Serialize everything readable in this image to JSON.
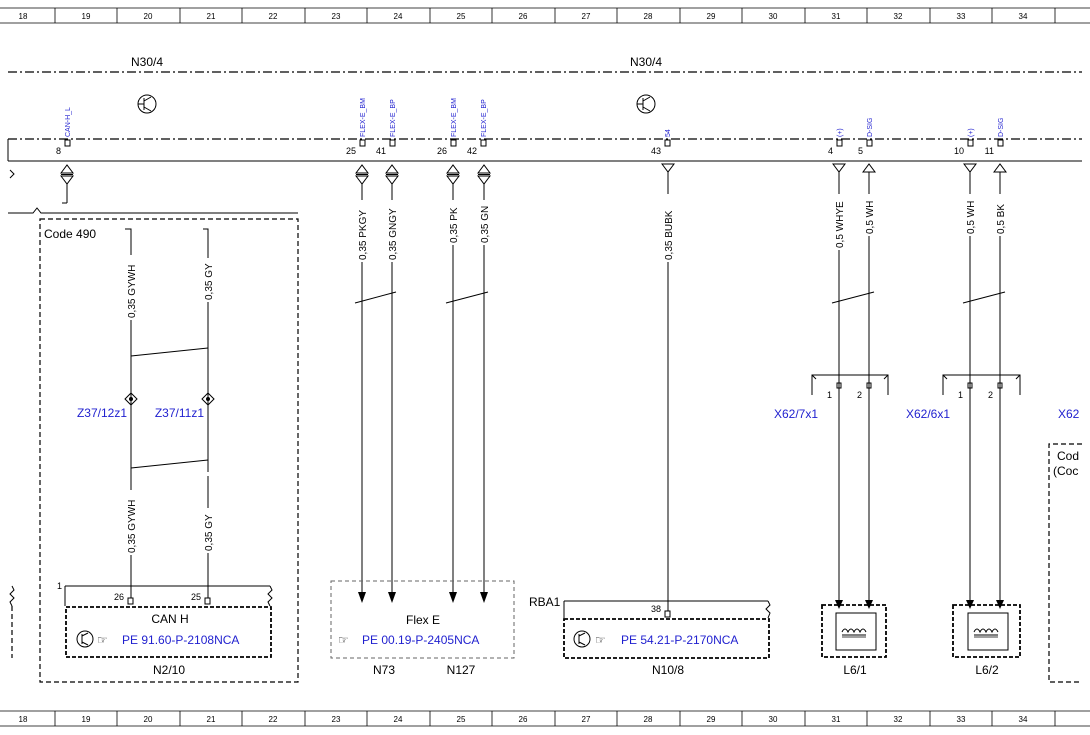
{
  "ruler": {
    "numbers": [
      "18",
      "19",
      "20",
      "21",
      "22",
      "23",
      "24",
      "25",
      "26",
      "27",
      "28",
      "29",
      "30",
      "31",
      "32",
      "33",
      "34"
    ]
  },
  "modules": {
    "left": "N30/4",
    "right": "N30/4"
  },
  "pins": [
    {
      "num": "8",
      "signal": "CAN-H_L"
    },
    {
      "num": "25",
      "signal": "FLEX-E_BM"
    },
    {
      "num": "41",
      "signal": "FLEX-E_BP"
    },
    {
      "num": "26",
      "signal": "FLEX-E_BM"
    },
    {
      "num": "42",
      "signal": "FLEX-E_BP"
    },
    {
      "num": "43",
      "signal": "54"
    },
    {
      "num": "4",
      "signal": "(+)"
    },
    {
      "num": "5",
      "signal": "D-SIG"
    },
    {
      "num": "10",
      "signal": "(+)"
    },
    {
      "num": "11",
      "signal": "D-SIG"
    }
  ],
  "wires_top": [
    "0,35 PKGY",
    "0,35 GNGY",
    "0,35 PK",
    "0,35 GN",
    "0,35 BUBK",
    "0,5 WHYE",
    "0,5 WH",
    "0,5 WH",
    "0,5 BK"
  ],
  "code_box": {
    "label": "Code 490",
    "wires_upper": [
      "0,35 GYWH",
      "0,35 GY"
    ],
    "wires_lower": [
      "0,35 GYWH",
      "0,35 GY"
    ],
    "splices": [
      "Z37/12z1",
      "Z37/11z1"
    ]
  },
  "n210": {
    "ref": "1",
    "pins": [
      "26",
      "25"
    ],
    "title": "CAN H",
    "doc": "PE 91.60-P-2108NCA",
    "name": "N2/10"
  },
  "flex": {
    "title": "Flex E",
    "doc": "PE 00.19-P-2405NCA",
    "name1": "N73",
    "name2": "N127"
  },
  "n108": {
    "ref": "RBA1",
    "pin": "38",
    "doc": "PE 54.21-P-2170NCA",
    "name": "N10/8"
  },
  "connectors": {
    "x627": {
      "label": "X62/7x1",
      "pins": [
        "1",
        "2"
      ]
    },
    "x626": {
      "label": "X62/6x1",
      "pins": [
        "1",
        "2"
      ]
    },
    "x62cut": "X62"
  },
  "coils": {
    "l61": "L6/1",
    "l62": "L6/2"
  },
  "right_edge": {
    "line1": "Cod",
    "line2": "(Coc"
  }
}
